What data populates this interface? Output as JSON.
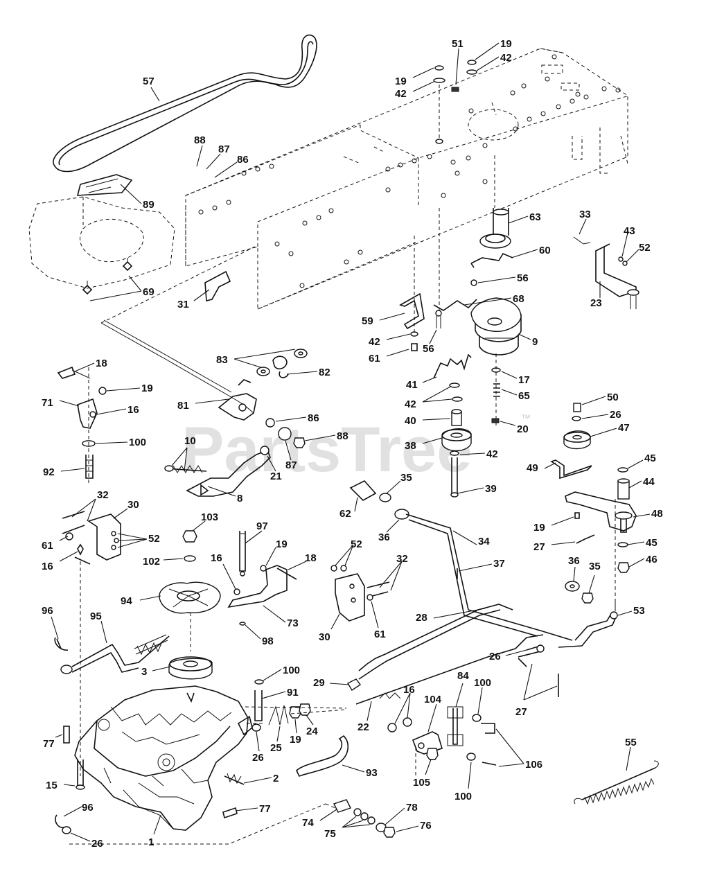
{
  "watermark": "PartsTree",
  "watermark_mark": "™",
  "callouts": [
    {
      "id": "c57a",
      "label": "57"
    },
    {
      "id": "c88",
      "label": "88"
    },
    {
      "id": "c87",
      "label": "87"
    },
    {
      "id": "c86",
      "label": "86"
    },
    {
      "id": "c89",
      "label": "89"
    },
    {
      "id": "c69",
      "label": "69"
    },
    {
      "id": "c31",
      "label": "31"
    },
    {
      "id": "c51",
      "label": "51"
    },
    {
      "id": "c19a",
      "label": "19"
    },
    {
      "id": "c42a",
      "label": "42"
    },
    {
      "id": "c19b",
      "label": "19"
    },
    {
      "id": "c42b",
      "label": "42"
    },
    {
      "id": "c63",
      "label": "63"
    },
    {
      "id": "c60",
      "label": "60"
    },
    {
      "id": "c56a",
      "label": "56"
    },
    {
      "id": "c68",
      "label": "68"
    },
    {
      "id": "c59",
      "label": "59"
    },
    {
      "id": "c42c",
      "label": "42"
    },
    {
      "id": "c56b",
      "label": "56"
    },
    {
      "id": "c61a",
      "label": "61"
    },
    {
      "id": "c9",
      "label": "9"
    },
    {
      "id": "c33",
      "label": "33"
    },
    {
      "id": "c43",
      "label": "43"
    },
    {
      "id": "c52a",
      "label": "52"
    },
    {
      "id": "c23",
      "label": "23"
    },
    {
      "id": "c18a",
      "label": "18"
    },
    {
      "id": "c19c",
      "label": "19"
    },
    {
      "id": "c71",
      "label": "71"
    },
    {
      "id": "c16a",
      "label": "16"
    },
    {
      "id": "c100a",
      "label": "100"
    },
    {
      "id": "c92",
      "label": "92"
    },
    {
      "id": "c83",
      "label": "83"
    },
    {
      "id": "c82",
      "label": "82"
    },
    {
      "id": "c81",
      "label": "81"
    },
    {
      "id": "c86b",
      "label": "86"
    },
    {
      "id": "c88b",
      "label": "88"
    },
    {
      "id": "c87b",
      "label": "87"
    },
    {
      "id": "c10",
      "label": "10"
    },
    {
      "id": "c21",
      "label": "21"
    },
    {
      "id": "c8",
      "label": "8"
    },
    {
      "id": "c41",
      "label": "41"
    },
    {
      "id": "c42d",
      "label": "42"
    },
    {
      "id": "c40",
      "label": "40"
    },
    {
      "id": "c38",
      "label": "38"
    },
    {
      "id": "c42e",
      "label": "42"
    },
    {
      "id": "c39",
      "label": "39"
    },
    {
      "id": "c17",
      "label": "17"
    },
    {
      "id": "c65",
      "label": "65"
    },
    {
      "id": "c20",
      "label": "20"
    },
    {
      "id": "c50",
      "label": "50"
    },
    {
      "id": "c26a",
      "label": "26"
    },
    {
      "id": "c47",
      "label": "47"
    },
    {
      "id": "c49",
      "label": "49"
    },
    {
      "id": "c45a",
      "label": "45"
    },
    {
      "id": "c44",
      "label": "44"
    },
    {
      "id": "c48",
      "label": "48"
    },
    {
      "id": "c19d",
      "label": "19"
    },
    {
      "id": "c27a",
      "label": "27"
    },
    {
      "id": "c45b",
      "label": "45"
    },
    {
      "id": "c46",
      "label": "46"
    },
    {
      "id": "c32a",
      "label": "32"
    },
    {
      "id": "c30a",
      "label": "30"
    },
    {
      "id": "c61b",
      "label": "61"
    },
    {
      "id": "c52b",
      "label": "52"
    },
    {
      "id": "c16b",
      "label": "16"
    },
    {
      "id": "c103",
      "label": "103"
    },
    {
      "id": "c102",
      "label": "102"
    },
    {
      "id": "c97",
      "label": "97"
    },
    {
      "id": "c19e",
      "label": "19"
    },
    {
      "id": "c16c",
      "label": "16"
    },
    {
      "id": "c18b",
      "label": "18"
    },
    {
      "id": "c62",
      "label": "62"
    },
    {
      "id": "c35a",
      "label": "35"
    },
    {
      "id": "c36a",
      "label": "36"
    },
    {
      "id": "c34",
      "label": "34"
    },
    {
      "id": "c37",
      "label": "37"
    },
    {
      "id": "c52c",
      "label": "52"
    },
    {
      "id": "c32b",
      "label": "32"
    },
    {
      "id": "c30b",
      "label": "30"
    },
    {
      "id": "c61c",
      "label": "61"
    },
    {
      "id": "c36b",
      "label": "36"
    },
    {
      "id": "c35b",
      "label": "35"
    },
    {
      "id": "c94",
      "label": "94"
    },
    {
      "id": "c73",
      "label": "73"
    },
    {
      "id": "c98",
      "label": "98"
    },
    {
      "id": "c96a",
      "label": "96"
    },
    {
      "id": "c95",
      "label": "95"
    },
    {
      "id": "c3",
      "label": "3"
    },
    {
      "id": "c28",
      "label": "28"
    },
    {
      "id": "c26b",
      "label": "26"
    },
    {
      "id": "c53",
      "label": "53"
    },
    {
      "id": "c27b",
      "label": "27"
    },
    {
      "id": "c100b",
      "label": "100"
    },
    {
      "id": "c91",
      "label": "91"
    },
    {
      "id": "c29",
      "label": "29"
    },
    {
      "id": "c22",
      "label": "22"
    },
    {
      "id": "c16d",
      "label": "16"
    },
    {
      "id": "c104",
      "label": "104"
    },
    {
      "id": "c84",
      "label": "84"
    },
    {
      "id": "c100c",
      "label": "100"
    },
    {
      "id": "c77a",
      "label": "77"
    },
    {
      "id": "c26c",
      "label": "26"
    },
    {
      "id": "c25",
      "label": "25"
    },
    {
      "id": "c19f",
      "label": "19"
    },
    {
      "id": "c24",
      "label": "24"
    },
    {
      "id": "c93",
      "label": "93"
    },
    {
      "id": "c105",
      "label": "105"
    },
    {
      "id": "c106",
      "label": "106"
    },
    {
      "id": "c100d",
      "label": "100"
    },
    {
      "id": "c55",
      "label": "55"
    },
    {
      "id": "c15",
      "label": "15"
    },
    {
      "id": "c2",
      "label": "2"
    },
    {
      "id": "c96b",
      "label": "96"
    },
    {
      "id": "c77b",
      "label": "77"
    },
    {
      "id": "c78",
      "label": "78"
    },
    {
      "id": "c74",
      "label": "74"
    },
    {
      "id": "c75",
      "label": "75"
    },
    {
      "id": "c76",
      "label": "76"
    },
    {
      "id": "c26d",
      "label": "26"
    },
    {
      "id": "c1",
      "label": "1"
    }
  ]
}
